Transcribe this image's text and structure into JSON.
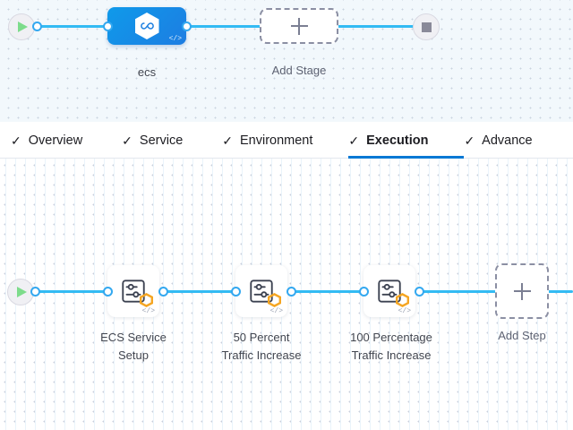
{
  "colors": {
    "accent_blue": "#0278d4",
    "connector_blue": "#33bbf3",
    "stage_node_blue": "#1d7de2",
    "badge_orange": "#f5a623",
    "start_green": "#7ddc8b",
    "stop_gray": "#8a8a99",
    "stage_canvas_bg": "#f2f8fc",
    "step_canvas_bg": "#ffffff"
  },
  "stage_flow": {
    "start_node": {
      "icon": "play-icon",
      "label": ""
    },
    "stage": {
      "label": "ecs",
      "icon": "hexagon-infinity-icon",
      "code_mark": "</>"
    },
    "add_stage": {
      "label": "Add Stage",
      "icon": "plus-icon"
    },
    "end_node": {
      "icon": "stop-icon",
      "label": ""
    }
  },
  "tabs": [
    {
      "label": "Overview",
      "check": "✓",
      "active": false
    },
    {
      "label": "Service",
      "check": "✓",
      "active": false
    },
    {
      "label": "Environment",
      "check": "✓",
      "active": false
    },
    {
      "label": "Execution",
      "check": "✓",
      "active": true
    },
    {
      "label": "Advance",
      "check": "✓",
      "active": false
    }
  ],
  "step_flow": {
    "start_node": {
      "icon": "play-icon"
    },
    "steps": [
      {
        "label": "ECS Service\nSetup",
        "icon": "step-settings-icon",
        "badge": "hexagon-badge-icon",
        "code_mark": "</>"
      },
      {
        "label": "50 Percent\nTraffic Increase",
        "icon": "step-settings-icon",
        "badge": "hexagon-badge-icon",
        "code_mark": "</>"
      },
      {
        "label": "100 Percentage\nTraffic Increase",
        "icon": "step-settings-icon",
        "badge": "hexagon-badge-icon",
        "code_mark": "</>"
      }
    ],
    "add_step": {
      "label": "Add Step",
      "icon": "plus-icon"
    }
  }
}
